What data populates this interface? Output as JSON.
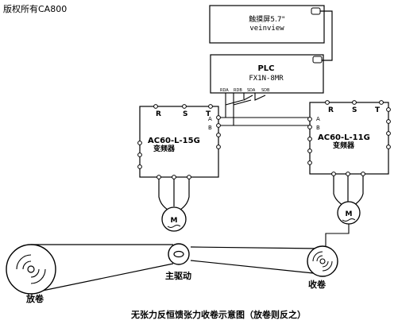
{
  "watermark": "版权所有CA800",
  "touchscreen": {
    "line1": "触摸屏5.7\"",
    "line2": "veinview"
  },
  "plc": {
    "line1": "PLC",
    "line2": "FX1N-8MR",
    "ports": [
      "RDA",
      "RDB",
      "SDA",
      "SDB"
    ]
  },
  "inverter_left": {
    "model": "AC60-L-15G",
    "type": "变频器",
    "terminals": [
      "R",
      "S",
      "T"
    ],
    "ports": [
      "A",
      "B"
    ]
  },
  "inverter_right": {
    "model": "AC60-L-11G",
    "type": "变频器",
    "terminals": [
      "R",
      "S",
      "T"
    ],
    "ports": [
      "A",
      "B"
    ]
  },
  "motor_left": {
    "label": "M"
  },
  "motor_right": {
    "label": "M"
  },
  "labels": {
    "unwind": "放卷",
    "main_drive": "主驱动",
    "rewind": "收卷"
  },
  "caption": "无张力反恒馈张力收卷示意图（放卷则反之）"
}
